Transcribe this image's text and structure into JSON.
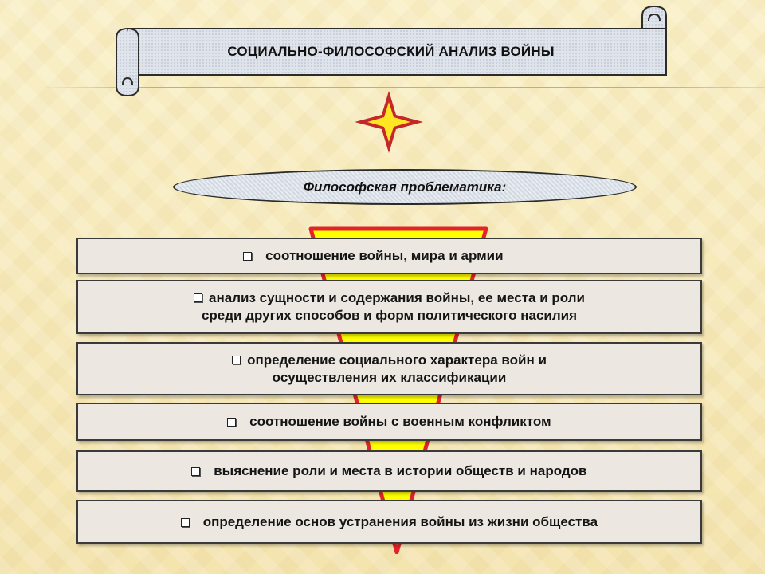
{
  "title": "СОЦИАЛЬНО-ФИЛОСОФСКИЙ АНАЛИЗ ВОЙНЫ",
  "subtitle": "Философская  проблематика:",
  "colors": {
    "box_fill": "#ece7e1",
    "scroll_fill": "#d7dde6",
    "star_outer": "#c4262a",
    "star_inner": "#ffe622",
    "funnel_fill": "#ffff00",
    "funnel_border": "#e2242a"
  },
  "items": [
    {
      "text": "соотношение войны, мира и армии"
    },
    {
      "line1": "анализ сущности и содержания войны, ее места и роли",
      "line2": "среди других способов и форм политического насилия"
    },
    {
      "line1": "определение социального характера войн и",
      "line2": "осуществления  их классификации"
    },
    {
      "text": "соотношение войны с военным конфликтом"
    },
    {
      "text": "выяснение роли и места в истории обществ и народов"
    },
    {
      "text": "определение основ устранения войны из жизни общества"
    }
  ]
}
